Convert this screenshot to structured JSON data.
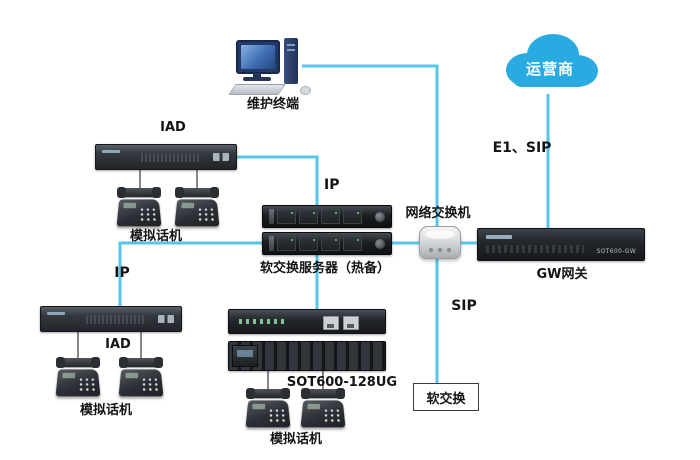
{
  "colors": {
    "connection_line": "#55c6e8",
    "cloud_fill": "#29abe2",
    "device_dark": "#1d2126"
  },
  "nodes": {
    "maintenance_terminal": {
      "label": "维护终端"
    },
    "carrier": {
      "label": "运营商"
    },
    "iad_top": {
      "label": "IAD"
    },
    "phones_top": {
      "label": "模拟话机"
    },
    "servers": {
      "label": "软交换服务器（热备）"
    },
    "switch": {
      "label": "网络交换机"
    },
    "gateway": {
      "label": "GW网关",
      "model": "SOT600-GW"
    },
    "iad_bottom": {
      "label": "IAD"
    },
    "phones_left": {
      "label": "模拟话机"
    },
    "sot600": {
      "label": "SOT600-128UG"
    },
    "phones_bottom": {
      "label": "模拟话机"
    },
    "softswitch_tag": {
      "label": "软交换"
    }
  },
  "links": {
    "e1_sip": "E1、SIP",
    "ip_top": "IP",
    "ip_left": "IP",
    "sip": "SIP"
  }
}
